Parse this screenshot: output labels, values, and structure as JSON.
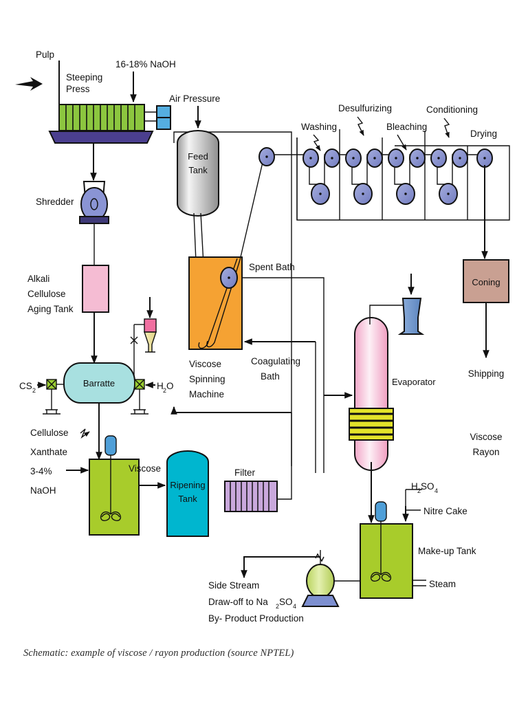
{
  "document": {
    "caption": "Schematic: example of viscose / rayon production (source NPTEL)",
    "type": "process-flow-diagram",
    "background_color": "#ffffff"
  },
  "stream_labels": {
    "pulp": "Pulp",
    "naoh_strong": "16-18% NaOH",
    "air_pressure": "Air Pressure",
    "cs2": "CS",
    "cs2_sub": "2",
    "water": "H",
    "water_sub": "2",
    "water_tail": "O",
    "cellulose": "Cellulose",
    "xanthate": "Xanthate",
    "naoh_weak_pct": "3-4%",
    "naoh_weak": "NaOH",
    "viscose": "Viscose",
    "spent_bath": "Spent Bath",
    "coagulating_bath_line1": "Coagulating",
    "coagulating_bath_line2": "Bath",
    "h2so4_a": "H",
    "h2so4_b": "2",
    "h2so4_c": "SO",
    "h2so4_d": "4",
    "nitre_cake": "Nitre Cake",
    "steam": "Steam",
    "shipping": "Shipping",
    "product_line1": "Viscose",
    "product_line2": "Rayon",
    "side_stream_line1": "Side Stream",
    "side_stream_line2a": "Draw-off to Na",
    "side_stream_line2b": "2",
    "side_stream_line2c": "SO",
    "side_stream_line2d": "4",
    "side_stream_line3": "By- Product Production"
  },
  "equipment": [
    {
      "id": "steeping-press",
      "label_line1": "Steeping",
      "label_line2": "Press",
      "color": "#8cc63f",
      "base_color": "#4b3f8f",
      "accent_color": "#55aee0"
    },
    {
      "id": "shredder",
      "label": "Shredder",
      "color": "#8a94d4",
      "base_color": "#3f3a78"
    },
    {
      "id": "alkali-cellulose-aging-tank",
      "label_line1": "Alkali",
      "label_line2": "Cellulose",
      "label_line3": "Aging Tank",
      "color": "#f5bcd3"
    },
    {
      "id": "barratte",
      "label": "Barratte",
      "color": "#a8e0e0"
    },
    {
      "id": "xanthate-mixer",
      "label": "",
      "color": "#a8cc2b",
      "accent_color": "#4f9fd8"
    },
    {
      "id": "ripening-tank",
      "label_line1": "Ripening",
      "label_line2": "Tank",
      "color": "#00b6cf"
    },
    {
      "id": "filter",
      "label": "Filter",
      "color": "#c9a8dc"
    },
    {
      "id": "feed-tank",
      "label_line1": "Feed",
      "label_line2": "Tank",
      "color": "#d8d8d8"
    },
    {
      "id": "viscose-spinning-machine",
      "label_line1": "Viscose",
      "label_line2": "Spinning",
      "label_line3": "Machine",
      "color": "#f5a233"
    },
    {
      "id": "evaporator",
      "label": "Evaporator",
      "color": "#f7c2da",
      "coil_color": "#e3e32a"
    },
    {
      "id": "condenser-nozzle",
      "label": "",
      "color": "#6e95cc"
    },
    {
      "id": "make-up-tank",
      "label": "Make-up Tank",
      "color": "#a8cc2b",
      "accent_color": "#4f9fd8"
    },
    {
      "id": "pump",
      "label": "",
      "color": "#c6dd73",
      "base_color": "#7d8fd0"
    },
    {
      "id": "coning",
      "label": "Coning",
      "color": "#c9a092"
    }
  ],
  "washing_line": {
    "stations": [
      {
        "name": "Washing"
      },
      {
        "name": "Desulfurizing"
      },
      {
        "name": "Bleaching"
      },
      {
        "name": "Conditioning"
      },
      {
        "name": "Drying"
      }
    ],
    "roller_color": "#8a94d4"
  },
  "colors": {
    "line": "#111111",
    "green": "#8cc63f",
    "olive": "#a8cc2b",
    "purple_base": "#4b3f8f",
    "roller_blue": "#8a94d4",
    "pink": "#f5bcd3",
    "teal": "#a8e0e0",
    "cyan": "#00b6cf",
    "lilac": "#c9a8dc",
    "orange": "#f5a233",
    "grey_tank": "#d8d8d8",
    "evaporator_pink": "#f7c2da",
    "coil_yellow": "#e3e32a",
    "coning_brown": "#c9a092",
    "valve_green": "#9acd32",
    "funnel_yellow": "#f2e9a0",
    "funnel_pink": "#f06fa0",
    "nozzle_blue": "#6e95cc"
  }
}
